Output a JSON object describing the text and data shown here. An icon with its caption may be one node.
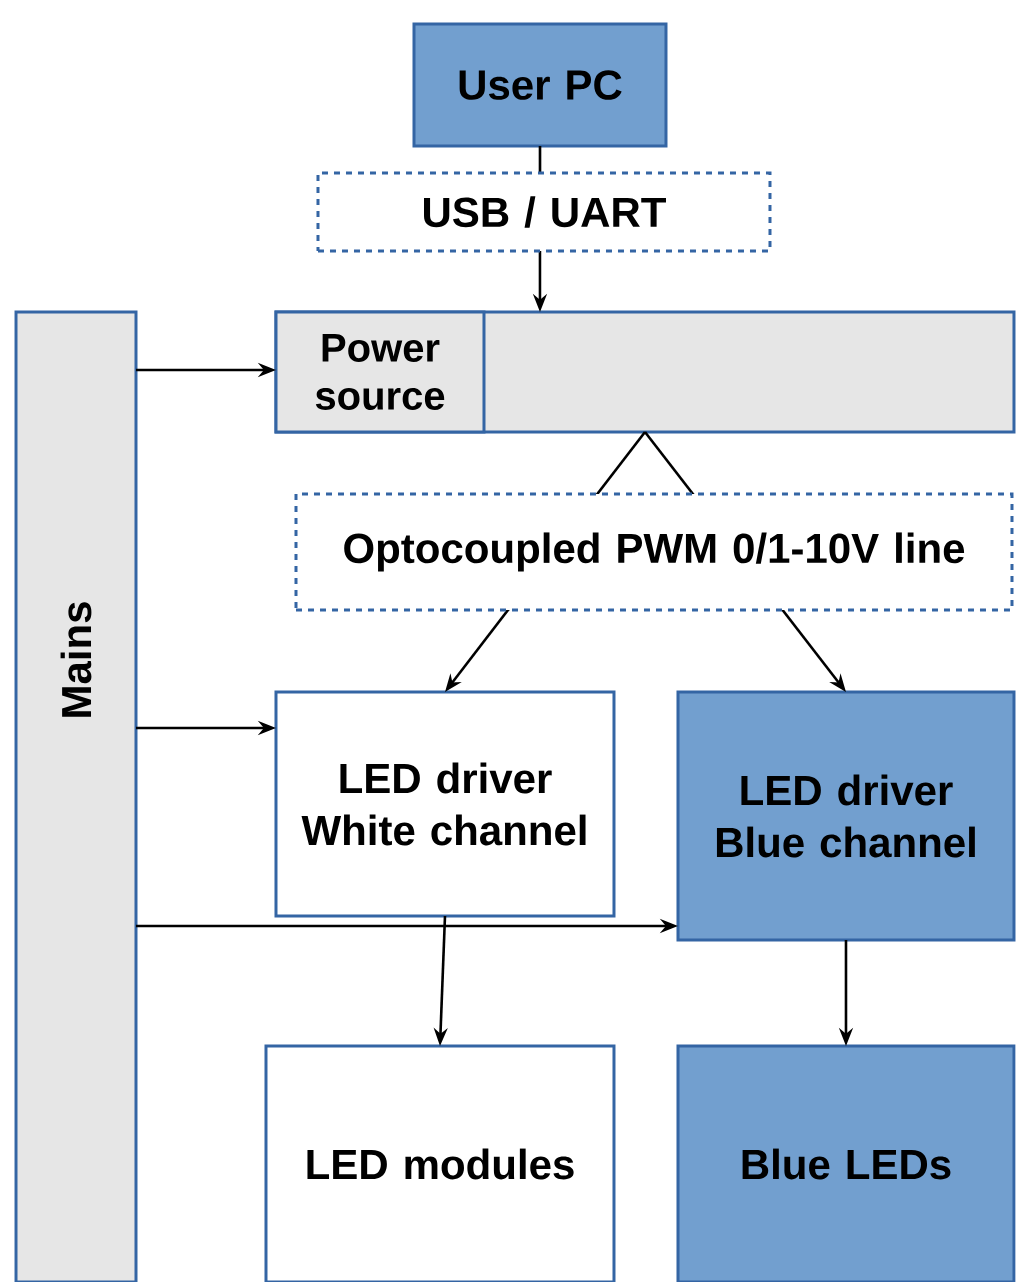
{
  "diagram": {
    "nodes": [
      {
        "text": [
          "User PC"
        ]
      },
      {
        "text": [],
        "shape": "box"
      },
      {
        "text": [
          "Power source"
        ],
        "in": 1
      },
      {
        "text": [
          "Mains"
        ]
      },
      {
        "text": [
          "LED driver White channel"
        ]
      },
      {
        "text": [
          "LED driver Blue channel"
        ]
      },
      {
        "text": [
          "LED modules"
        ]
      },
      {
        "text": [
          "Blue LEDs"
        ]
      }
    ],
    "edges": [
      {
        "from": 0,
        "to": 1,
        "arrow": "to",
        "label": "USB / UART"
      },
      {
        "from": 3,
        "to": 2,
        "arrow": "to"
      },
      {
        "from": 1,
        "to": 4,
        "arrow": "to",
        "label": "Optocoupled PWM 0/1-10V line"
      },
      {
        "from": 1,
        "to": 5,
        "arrow": "to"
      },
      {
        "from": 3,
        "to": 4,
        "arrow": "to"
      },
      {
        "from": 3,
        "to": 5,
        "arrow": "to"
      },
      {
        "from": 4,
        "to": 6,
        "arrow": "to"
      },
      {
        "from": 5,
        "to": 7,
        "arrow": "to"
      }
    ]
  }
}
